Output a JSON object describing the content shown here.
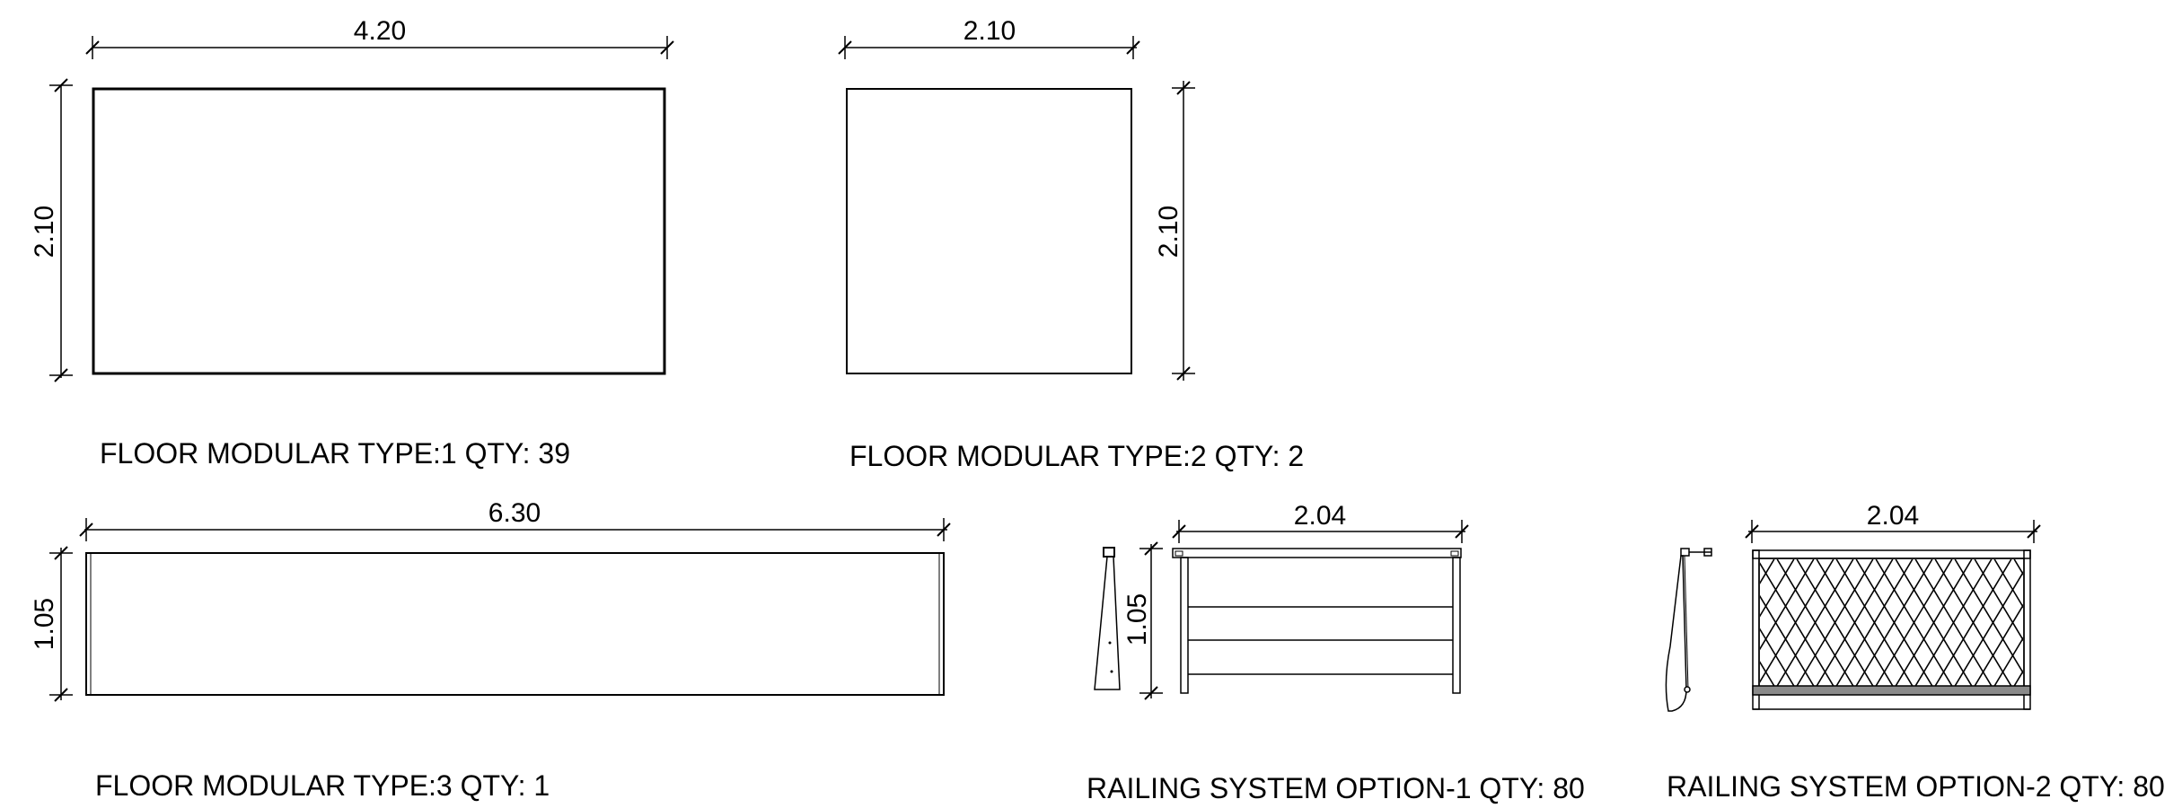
{
  "modules": [
    {
      "id": "floor-type-1",
      "caption": "FLOOR MODULAR TYPE:1  QTY: 39",
      "width_label": "4.20",
      "height_label": "2.10"
    },
    {
      "id": "floor-type-2",
      "caption": "FLOOR MODULAR TYPE:2  QTY: 2",
      "width_label": "2.10",
      "height_label": "2.10"
    },
    {
      "id": "floor-type-3",
      "caption": "FLOOR MODULAR TYPE:3  QTY: 1",
      "width_label": "6.30",
      "height_label": "1.05"
    },
    {
      "id": "railing-option-1",
      "caption": "RAILING SYSTEM OPTION-1  QTY: 80",
      "width_label": "2.04",
      "height_label": "1.05"
    },
    {
      "id": "railing-option-2",
      "caption": "RAILING SYSTEM OPTION-2  QTY: 80",
      "width_label": "2.04"
    }
  ],
  "colors": {
    "line": "#000000",
    "background": "#ffffff"
  }
}
